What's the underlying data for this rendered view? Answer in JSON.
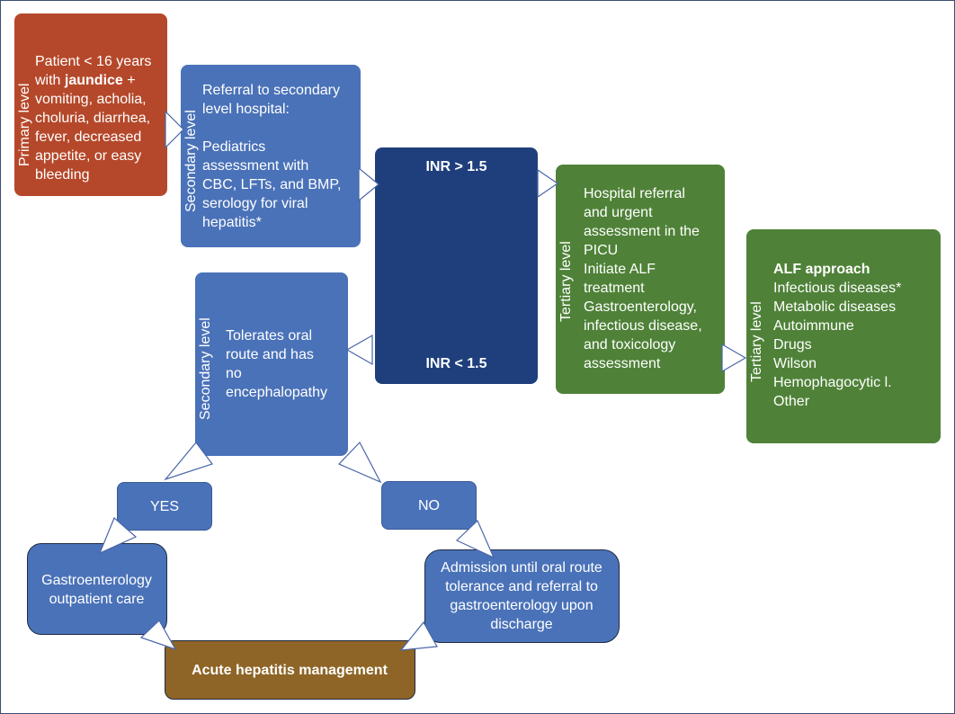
{
  "colors": {
    "primary": "#b5482a",
    "secondary": "#4a72b8",
    "inr": "#1f3f7c",
    "tertiary": "#4f8238",
    "management": "#8e6526",
    "arrow_stroke": "#4a66a8",
    "frame_border": "#3b4e73"
  },
  "nodes": {
    "primary": {
      "level": "Primary level",
      "line1": "Patient < 16 years",
      "line2_pre": "with ",
      "line2_bold": "jaundice",
      "line2_post": " +",
      "line3": "vomiting, acholia,",
      "line4": "choluria, diarrhea,",
      "line5": "fever, decreased",
      "line6": "appetite, or easy",
      "line7": "bleeding"
    },
    "referral": {
      "level": "Secondary level",
      "lines": [
        "Referral to secondary",
        "level hospital:",
        "",
        "Pediatrics",
        "assessment with",
        "CBC, LFTs, and BMP,",
        "serology for viral",
        "hepatitis*"
      ]
    },
    "inr": {
      "top": "INR > 1.5",
      "bottom": "INR < 1.5"
    },
    "picu": {
      "level": "Tertiary level",
      "lines": [
        "Hospital referral",
        "and urgent",
        "assessment in the",
        "PICU",
        "Initiate ALF",
        "treatment",
        "Gastroenterology,",
        "infectious disease,",
        "and toxicology",
        "assessment"
      ]
    },
    "alf": {
      "level": "Tertiary level",
      "title": "ALF approach",
      "items": [
        "Infectious diseases*",
        "Metabolic diseases",
        "Autoimmune",
        "Drugs",
        "Wilson",
        "Hemophagocytic l.",
        "Other"
      ]
    },
    "tolerates": {
      "level": "Secondary level",
      "lines": [
        "Tolerates oral",
        "route and has",
        "no",
        "encephalopathy"
      ]
    },
    "yes": {
      "label": "YES"
    },
    "no": {
      "label": "NO"
    },
    "outpatient": {
      "lines": [
        "Gastroenterology",
        "outpatient care"
      ]
    },
    "admission": {
      "lines": [
        "Admission until oral route",
        "tolerance and referral to",
        "gastroenterology upon",
        "discharge"
      ]
    },
    "management": {
      "label": "Acute hepatitis management"
    }
  }
}
